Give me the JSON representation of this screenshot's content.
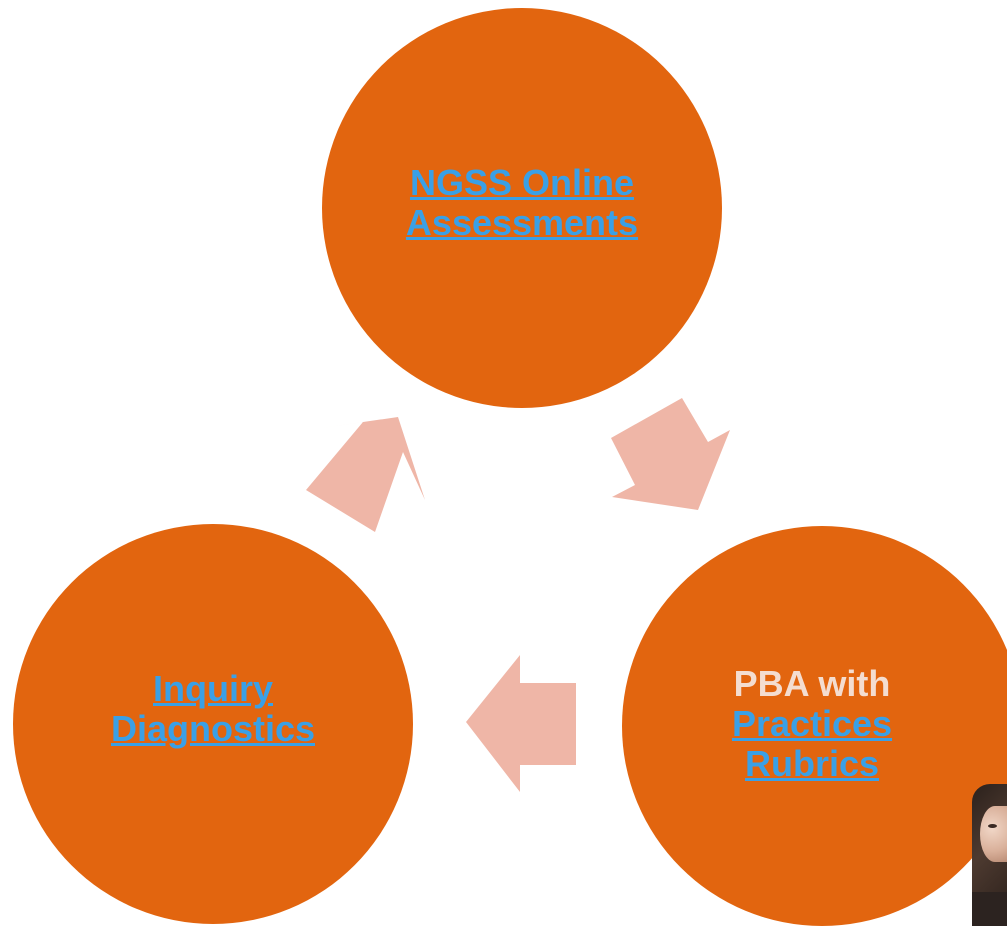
{
  "colors": {
    "circle_fill": "#e2650f",
    "arrow_fill": "#efb6a7",
    "link_text": "#3aa0e6",
    "plain_text": "#f4ddd0"
  },
  "nodes": {
    "top": {
      "line1": "NGSS Online",
      "line2": "Assessments"
    },
    "right": {
      "plain": "PBA with",
      "line1": "Practices",
      "line2": "Rubrics"
    },
    "left": {
      "line1": "Inquiry",
      "line2": "Diagnostics"
    }
  },
  "arrows": [
    {
      "from": "left",
      "to": "top",
      "icon": "arrow-up-right-icon"
    },
    {
      "from": "top",
      "to": "right",
      "icon": "arrow-down-right-icon"
    },
    {
      "from": "right",
      "to": "left",
      "icon": "arrow-left-icon"
    }
  ],
  "thumbnail": {
    "icon": "presenter-photo"
  }
}
